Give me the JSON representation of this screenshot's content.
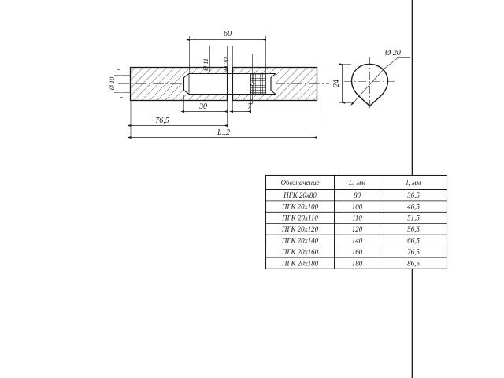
{
  "drawing": {
    "title": "Technical drawing - anchor pin assembly",
    "line_color": "#1a1a1a",
    "hatch_color": "#1a1a1a",
    "background": "#ffffff",
    "border_line_x": 523
  },
  "main_view": {
    "dimensions": {
      "top_width": "60",
      "hole_small": "Ø 11",
      "hole_large": "Ø 20",
      "left_diameter": "Ø 10",
      "offset_left": "30",
      "offset_right": "7",
      "partial_length": "76,5",
      "total_length": "L±2"
    }
  },
  "section_view": {
    "height_label": "24",
    "diameter_label": "Ø 20"
  },
  "table": {
    "headers": [
      "Обозначение",
      "L, мм",
      "l, мм"
    ],
    "rows": [
      [
        "ПГК  20х80",
        "80",
        "36,5"
      ],
      [
        "ПГК  20х100",
        "100",
        "46,5"
      ],
      [
        "ПГК  20х110",
        "110",
        "51,5"
      ],
      [
        "ПГК  20х120",
        "120",
        "56,5"
      ],
      [
        "ПГК  20х140",
        "140",
        "66,5"
      ],
      [
        "ПГК  20х160",
        "160",
        "76,5"
      ],
      [
        "ПГК  20х180",
        "180",
        "86,5"
      ]
    ]
  }
}
